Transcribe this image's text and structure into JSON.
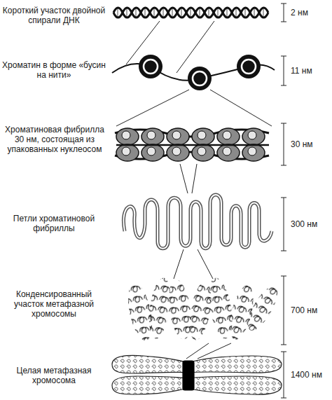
{
  "diagram": {
    "labels": [
      "Короткий участок двойной спирали ДНК",
      "Хроматин в форме «бусин на нити»",
      "Хроматиновая фибрилла 30 нм, состоящая из упакованных нуклеосом",
      "Петли хроматиновой фибриллы",
      "Конденсированный участок метафазной хромосомы",
      "Целая метафазная хромосома",
      "2 нм",
      "11 нм",
      "30 нм",
      "300 нм",
      "700 нм",
      "1400 нм"
    ]
  }
}
